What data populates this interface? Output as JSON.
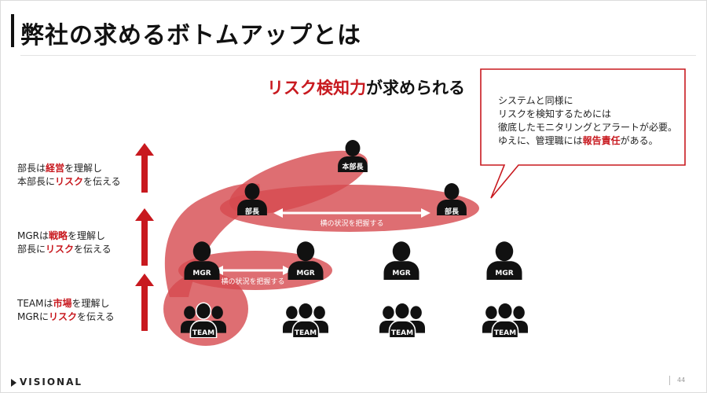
{
  "slide": {
    "title": "弊社の求めるボトムアップとは",
    "headline": {
      "highlight": "リスク検知力",
      "rest": "が求められる"
    },
    "side_notes": [
      {
        "line1": [
          "部長は",
          "経営",
          "を理解し"
        ],
        "line2": [
          "本部長に",
          "リスク",
          "を伝える"
        ]
      },
      {
        "line1": [
          "MGRは",
          "戦略",
          "を理解し"
        ],
        "line2": [
          "部長に",
          "リスク",
          "を伝える"
        ]
      },
      {
        "line1": [
          "TEAMは",
          "市場",
          "を理解し"
        ],
        "line2": [
          "MGRに",
          "リスク",
          "を伝える"
        ]
      }
    ],
    "callout": {
      "line1": "システムと同様に",
      "line2": "リスクを検知するためには",
      "line3": "徹底したモニタリングとアラートが必要。",
      "line4_pre": "ゆえに、管理職には",
      "line4_em": "報告責任",
      "line4_post": "がある。"
    },
    "roles": {
      "head": "本部長",
      "dept": "部長",
      "mgr": "MGR",
      "team": "TEAM"
    },
    "horizontal_labels": {
      "dept": "横の状況を把握する",
      "mgr": "横の状況を把握する"
    },
    "footer": {
      "logo": "VISIONAL",
      "page": "44"
    },
    "colors": {
      "accent": "#c8191f",
      "ellipse": "#d64a4f",
      "dark": "#111111"
    }
  }
}
